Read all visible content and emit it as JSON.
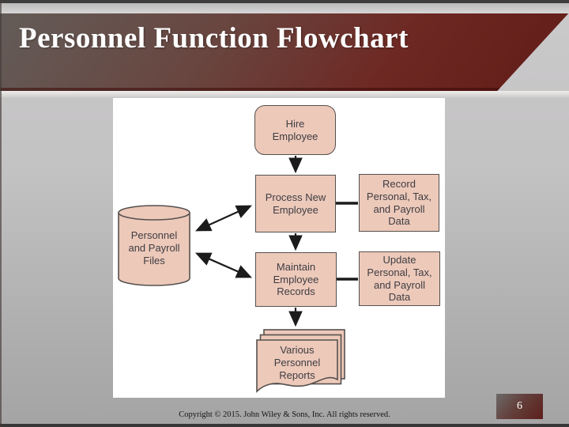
{
  "title": "Personnel Function Flowchart",
  "footer": {
    "copyright": "Copyright © 2015. John Wiley & Sons, Inc. All rights reserved.",
    "page_number": "6"
  },
  "flowchart": {
    "nodes": {
      "hire": {
        "shape": "terminator",
        "label": "Hire\nEmployee"
      },
      "process": {
        "shape": "process",
        "label": "Process New\nEmployee"
      },
      "record": {
        "shape": "process",
        "label": "Record\nPersonal, Tax,\nand Payroll\nData"
      },
      "maintain": {
        "shape": "process",
        "label": "Maintain\nEmployee\nRecords"
      },
      "update": {
        "shape": "process",
        "label": "Update\nPersonal, Tax,\nand Payroll\nData"
      },
      "files": {
        "shape": "cylinder",
        "label": "Personnel\nand Payroll\nFiles"
      },
      "reports": {
        "shape": "document",
        "label": "Various\nPersonnel\nReports"
      }
    },
    "edges": [
      {
        "from": "hire",
        "to": "process",
        "type": "arrow"
      },
      {
        "from": "process",
        "to": "record",
        "type": "line"
      },
      {
        "from": "process",
        "to": "maintain",
        "type": "arrow"
      },
      {
        "from": "files",
        "to": "process",
        "type": "double-arrow"
      },
      {
        "from": "files",
        "to": "maintain",
        "type": "double-arrow"
      },
      {
        "from": "maintain",
        "to": "update",
        "type": "line"
      },
      {
        "from": "maintain",
        "to": "reports",
        "type": "arrow"
      }
    ]
  },
  "colors": {
    "banner_gray": "#635c58",
    "banner_red": "#611c17",
    "node_fill": "#edc9ba",
    "node_border": "#55504d",
    "node_text": "#3e3d42",
    "arrow": "#1b1b1b",
    "panel_bg": "#ffffff",
    "slide_bg": "#b5b4b5"
  }
}
